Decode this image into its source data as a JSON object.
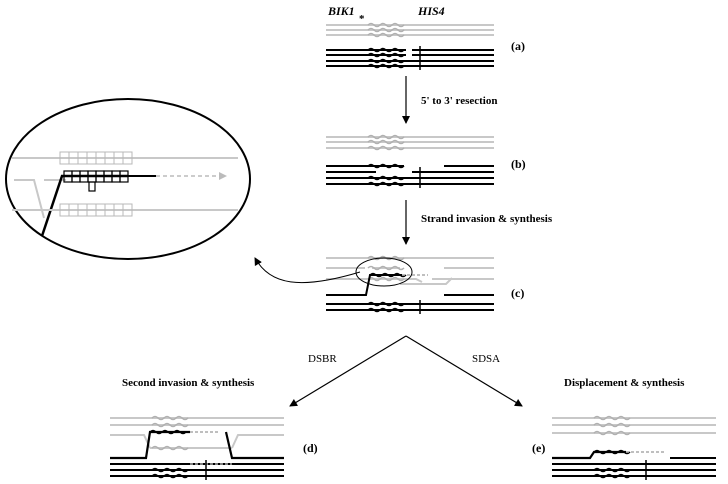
{
  "genes": {
    "left": "BIK1",
    "right": "HIS4",
    "marker": "*"
  },
  "panels": {
    "a": "(a)",
    "b": "(b)",
    "c": "(c)",
    "d": "(d)",
    "e": "(e)"
  },
  "steps": {
    "resection": "5' to 3' resection",
    "invasion": "Strand invasion & synthesis",
    "dsbr": "DSBR",
    "sdsa": "SDSA",
    "second_invasion": "Second invasion & synthesis",
    "displacement": "Displacement & synthesis"
  },
  "colors": {
    "dark": "#000000",
    "light": "#c0c0c0"
  }
}
